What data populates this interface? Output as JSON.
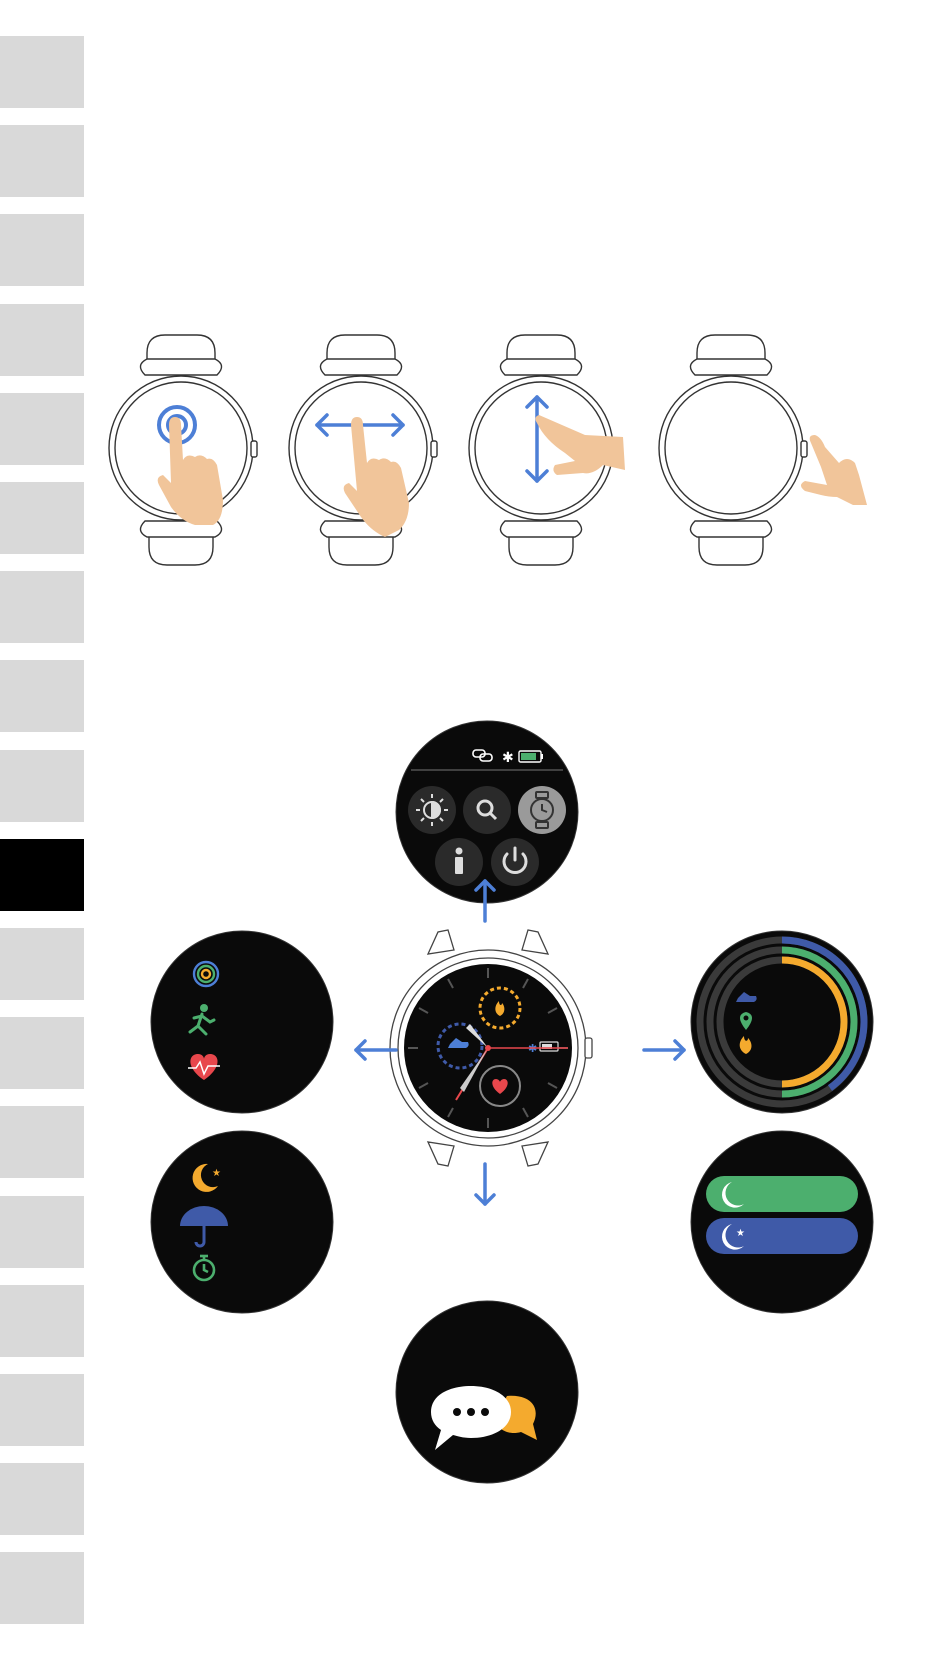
{
  "side_tabs": {
    "count": 18,
    "active_index": 9
  },
  "colors": {
    "blue": "#4d7fd6",
    "skin": "#f1c59a",
    "green": "#4caf6e",
    "orange": "#f4aa2e",
    "red": "#e8474c",
    "dark_blue": "#3f5aa8",
    "screen_bg": "#0a0a0a"
  },
  "gestures": [
    {
      "name": "tap-gesture",
      "icon": "tap-circles-icon"
    },
    {
      "name": "swipe-horizontal-gesture",
      "icon": "double-arrow-horizontal-icon"
    },
    {
      "name": "swipe-vertical-gesture",
      "icon": "double-arrow-vertical-icon"
    },
    {
      "name": "press-button-gesture",
      "icon": "side-button-press-icon"
    }
  ],
  "screens": {
    "quick_settings": {
      "icons": [
        "link-icon",
        "bluetooth-icon",
        "battery-icon",
        "brightness-icon",
        "search-icon",
        "watch-face-icon",
        "info-icon",
        "power-icon"
      ]
    },
    "activity": {
      "icons": [
        "target-icon",
        "running-icon",
        "heart-rate-icon"
      ]
    },
    "extras": {
      "icons": [
        "sleep-moon-icon",
        "umbrella-icon",
        "stopwatch-icon"
      ]
    },
    "rings": {
      "icons": [
        "shoe-icon",
        "location-icon",
        "flame-icon"
      ]
    },
    "sleep_modes": {
      "icons": [
        "moon-icon",
        "moon-stars-icon"
      ]
    },
    "messages": {
      "icons": [
        "chat-bubbles-icon"
      ]
    },
    "watch_face": {
      "icons": [
        "steps-icon",
        "flame-icon",
        "heart-icon",
        "bluetooth-icon",
        "battery-icon"
      ]
    }
  }
}
